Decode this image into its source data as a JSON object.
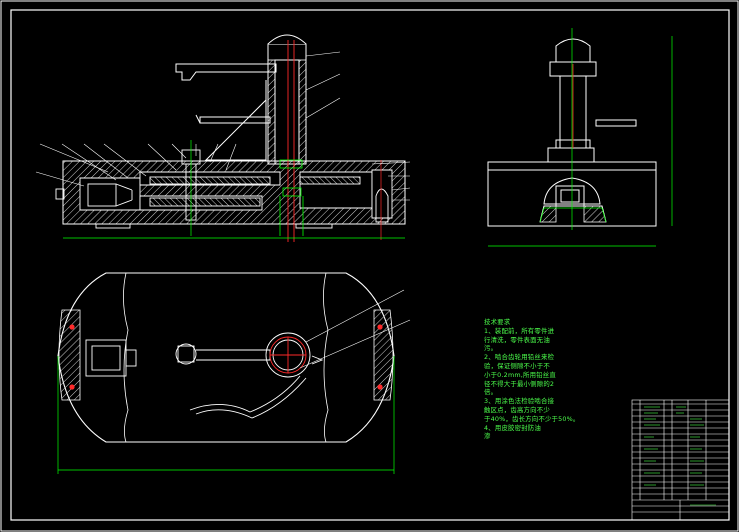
{
  "colors": {
    "background": "#000000",
    "outline": "#ffffff",
    "hatch": "#ffffff",
    "dimension": "#00ff00",
    "red_center": "#ff2a2a",
    "cyan_part": "#39e0ff",
    "note_text": "#4cff4c"
  },
  "technical_requirements": {
    "lines": [
      "技术要求",
      "1、装配前，所有零件进",
      "行清洗，零件表面无油",
      "污。",
      "2、啮合齿轮用铅丝来检",
      "验，保证侧隙不小于不",
      "小于0.2mm,所用铅丝直",
      "径不得大于最小侧隙的2",
      "倍。",
      "3、用涂色法检验啮合接",
      "触区点，齿高方向不少",
      "于40%，齿长方向不少于50%。",
      "4、用皮胶密封防油",
      "渗"
    ]
  }
}
